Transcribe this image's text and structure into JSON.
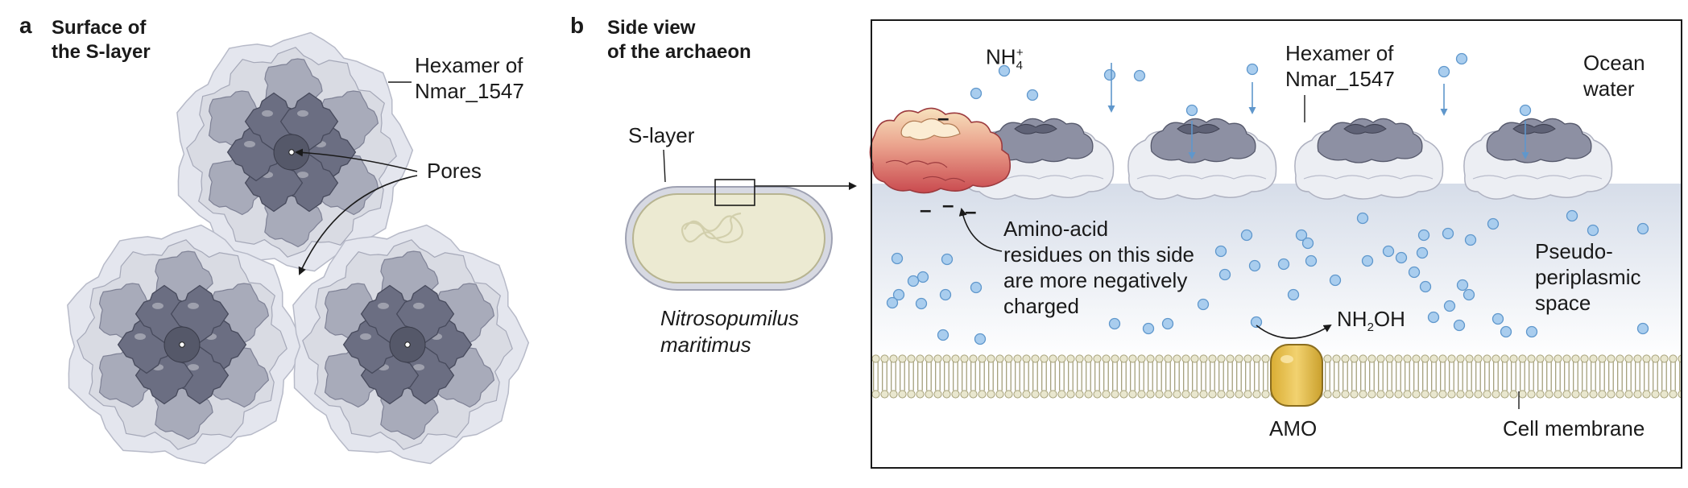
{
  "panel_a": {
    "letter": "a",
    "title_line1": "Surface of",
    "title_line2": "the S-layer",
    "hexamer_label_line1": "Hexamer of",
    "hexamer_label_line2": "Nmar_1547",
    "pores_label": "Pores"
  },
  "panel_b": {
    "letter": "b",
    "title_line1": "Side view",
    "title_line2": "of the archaeon",
    "s_layer_label": "S-layer",
    "organism_line1": "Nitrosopumilus",
    "organism_line2": "maritimus"
  },
  "inset": {
    "ammonium_base": "NH",
    "ammonium_sub": "4",
    "ammonium_sup": "+",
    "hexamer_label_line1": "Hexamer of",
    "hexamer_label_line2": "Nmar_1547",
    "ocean_line1": "Ocean",
    "ocean_line2": "water",
    "charge_line1": "Amino-acid",
    "charge_line2": "residues on this side",
    "charge_line3": "are more negatively",
    "charge_line4": "charged",
    "pseudo_line1": "Pseudo-",
    "pseudo_line2": "periplasmic",
    "pseudo_line3": "space",
    "product_pre": "NH",
    "product_sub": "2",
    "product_post": "OH",
    "enzyme_label": "AMO",
    "membrane_label": "Cell membrane",
    "minus_sign": "–"
  },
  "colors": {
    "protein_light": "#d9dbe3",
    "protein_mid": "#a8abba",
    "protein_dark": "#6b6e82",
    "protein_core": "#555869",
    "molecule": "#a9cdee",
    "molecule_stroke": "#5f97cc",
    "charged_red": "#d2555a",
    "charged_light": "#f6d9b0",
    "membrane": "#c7c39a",
    "amo": "#e8c54f",
    "cell_fill": "#ecead2"
  }
}
